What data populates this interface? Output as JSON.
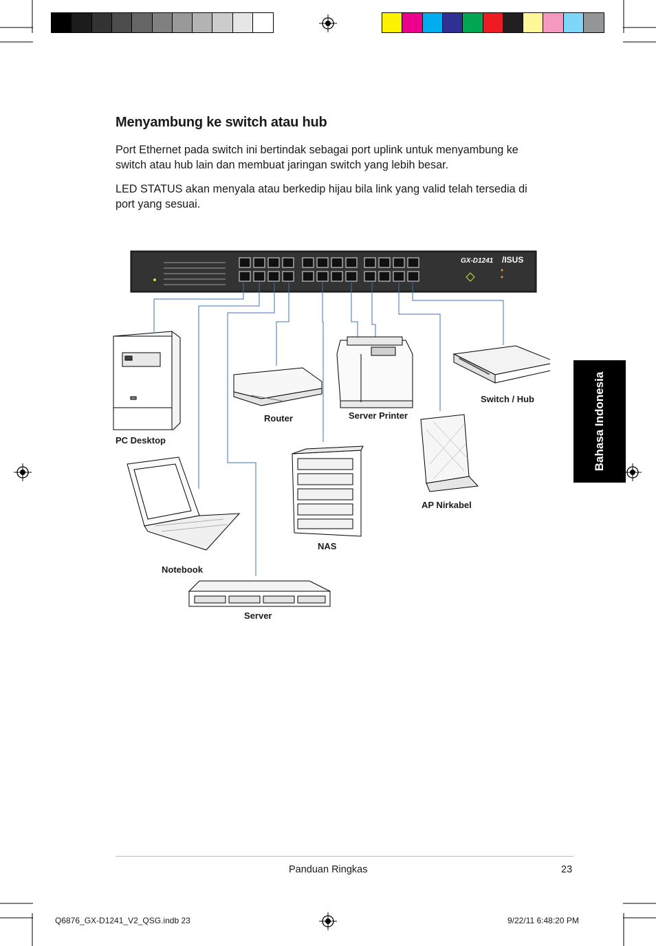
{
  "swatches": {
    "gray": [
      "#000000",
      "#1c1c1c",
      "#333333",
      "#4d4d4d",
      "#666666",
      "#808080",
      "#999999",
      "#b3b3b3",
      "#cccccc",
      "#e6e6e6",
      "#ffffff"
    ],
    "color": [
      "#fff200",
      "#ec008c",
      "#00aeef",
      "#2e3192",
      "#00a651",
      "#ed1c24",
      "#231f20",
      "#fff799",
      "#f49ac1",
      "#7fd7f7",
      "#939598"
    ]
  },
  "heading": "Menyambung ke switch atau hub",
  "paragraphs": [
    "Port Ethernet pada switch ini bertindak sebagai port uplink untuk menyambung ke switch atau hub lain dan membuat jaringan switch yang lebih besar.",
    "LED STATUS akan menyala atau berkedip hijau bila link yang valid telah tersedia di port yang sesuai."
  ],
  "switch_model": "GX-D1241",
  "brand": "/ISUS",
  "devices": {
    "pc_desktop": "PC Desktop",
    "router": "Router",
    "server_printer": "Server Printer",
    "switch_hub": "Switch / Hub",
    "nas": "NAS",
    "ap_nirkabel": "AP Nirkabel",
    "notebook": "Notebook",
    "server": "Server"
  },
  "side_tab": "Bahasa Indonesia",
  "footer": {
    "title": "Panduan Ringkas",
    "page": "23"
  },
  "print_meta": {
    "file": "Q6876_GX-D1241_V2_QSG.indb   23",
    "timestamp": "9/22/11   6:48:20 PM"
  }
}
